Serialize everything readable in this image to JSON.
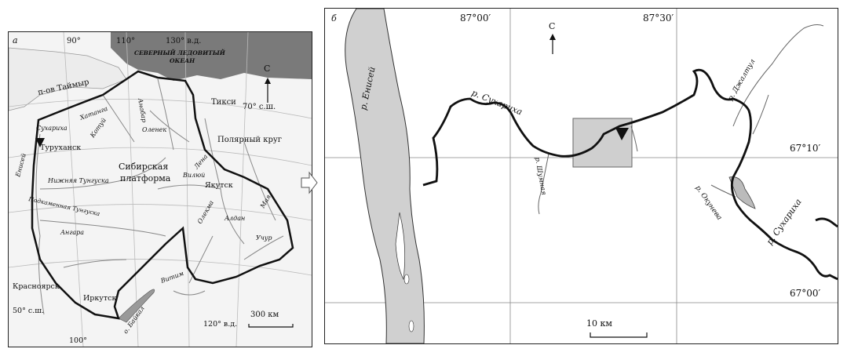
{
  "panel_a": {
    "letter": "a",
    "lon_labels_top": [
      "90°",
      "110°",
      "130° в.д."
    ],
    "lon_labels_bottom": [
      "100°",
      "120° в.д."
    ],
    "lat_labels": [
      "70° с.ш.",
      "50° с.ш."
    ],
    "ocean_line1": "СЕВЕРНЫЙ ЛЕДОВИТЫЙ",
    "ocean_line2": "ОКЕАН",
    "north": "С",
    "peninsula": "п-ов Таймыр",
    "polar_circle": "Полярный круг",
    "platform_line1": "Сибирская",
    "platform_line2": "платформа",
    "cities": [
      "Тикси",
      "Туруханск",
      "Якутск",
      "Красноярск",
      "Иркутск"
    ],
    "rivers": [
      "Сухариха",
      "Хатанга",
      "Анабар",
      "Котуй",
      "Оленек",
      "Енисей",
      "Нижняя Тунгуска",
      "Лена",
      "Вилюй",
      "Подкаменная Тунгуска",
      "Ангара",
      "Олекма",
      "Алдан",
      "Мая",
      "Учур",
      "Витим"
    ],
    "lake": "о. Байкал",
    "scale": "300 км"
  },
  "panel_b": {
    "letter": "б",
    "lon_labels": [
      "87°00′",
      "87°30′"
    ],
    "lat_labels": [
      "67°10′",
      "67°00′"
    ],
    "north": "С",
    "rivers": [
      "р. Енисей",
      "р. Сухариха",
      "р. Шумная",
      "р. Джалтул",
      "р. Окунева",
      "р. Сухариха"
    ],
    "scale": "10 км"
  }
}
